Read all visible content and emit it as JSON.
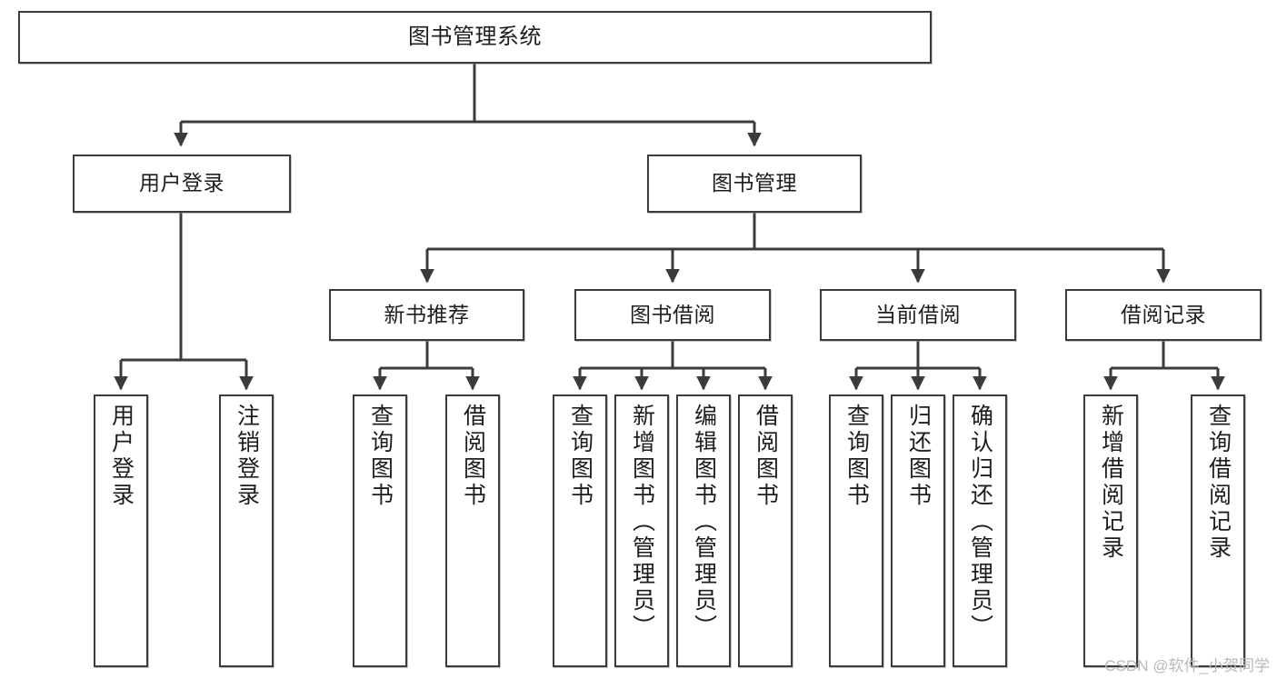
{
  "diagram": {
    "type": "tree",
    "title": "图书管理系统",
    "watermark": "CSDN @软件_小贺同学",
    "colors": {
      "box_border": "#3b3b3b",
      "box_fill": "#ffffff",
      "connector": "#3b3b3b",
      "text": "#1d1d1d",
      "watermark": "#b9b9b9",
      "background": "#ffffff"
    },
    "nodes": {
      "root": {
        "label": "图书管理系统"
      },
      "level2": [
        {
          "label": "用户登录"
        },
        {
          "label": "图书管理"
        }
      ],
      "level3": [
        {
          "label": "新书推荐"
        },
        {
          "label": "图书借阅"
        },
        {
          "label": "当前借阅"
        },
        {
          "label": "借阅记录"
        }
      ],
      "leaves_user_login": [
        {
          "label": "用户登录"
        },
        {
          "label": "注销登录"
        }
      ],
      "leaves_new_books": [
        {
          "label": "查询图书"
        },
        {
          "label": "借阅图书"
        }
      ],
      "leaves_borrow": [
        {
          "label": "查询图书"
        },
        {
          "label": "新增图书（管理员）"
        },
        {
          "label": "编辑图书（管理员）"
        },
        {
          "label": "借阅图书"
        }
      ],
      "leaves_current": [
        {
          "label": "查询图书"
        },
        {
          "label": "归还图书"
        },
        {
          "label": "确认归还（管理员）"
        }
      ],
      "leaves_records": [
        {
          "label": "新增借阅记录"
        },
        {
          "label": "查询借阅记录"
        }
      ]
    }
  }
}
